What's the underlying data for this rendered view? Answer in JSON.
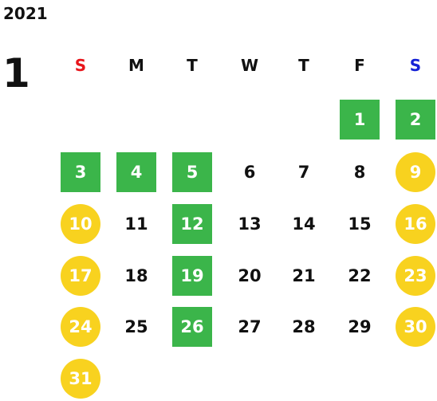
{
  "calendar": {
    "year": "2021",
    "month": "1",
    "weekdays": [
      {
        "label": "S",
        "color": "#e8161c"
      },
      {
        "label": "M",
        "color": "#111111"
      },
      {
        "label": "T",
        "color": "#111111"
      },
      {
        "label": "W",
        "color": "#111111"
      },
      {
        "label": "T",
        "color": "#111111"
      },
      {
        "label": "F",
        "color": "#111111"
      },
      {
        "label": "S",
        "color": "#1522d6"
      }
    ],
    "colors": {
      "green": "#3bb54a",
      "yellow": "#f8d21f"
    },
    "days": [
      {
        "day": "1",
        "style": "green"
      },
      {
        "day": "2",
        "style": "green"
      },
      {
        "day": "3",
        "style": "green"
      },
      {
        "day": "4",
        "style": "green"
      },
      {
        "day": "5",
        "style": "green"
      },
      {
        "day": "6",
        "style": "plain"
      },
      {
        "day": "7",
        "style": "plain"
      },
      {
        "day": "8",
        "style": "plain"
      },
      {
        "day": "9",
        "style": "yellow"
      },
      {
        "day": "10",
        "style": "yellow"
      },
      {
        "day": "11",
        "style": "plain"
      },
      {
        "day": "12",
        "style": "green"
      },
      {
        "day": "13",
        "style": "plain"
      },
      {
        "day": "14",
        "style": "plain"
      },
      {
        "day": "15",
        "style": "plain"
      },
      {
        "day": "16",
        "style": "yellow"
      },
      {
        "day": "17",
        "style": "yellow"
      },
      {
        "day": "18",
        "style": "plain"
      },
      {
        "day": "19",
        "style": "green"
      },
      {
        "day": "20",
        "style": "plain"
      },
      {
        "day": "21",
        "style": "plain"
      },
      {
        "day": "22",
        "style": "plain"
      },
      {
        "day": "23",
        "style": "yellow"
      },
      {
        "day": "24",
        "style": "yellow"
      },
      {
        "day": "25",
        "style": "plain"
      },
      {
        "day": "26",
        "style": "green"
      },
      {
        "day": "27",
        "style": "plain"
      },
      {
        "day": "28",
        "style": "plain"
      },
      {
        "day": "29",
        "style": "plain"
      },
      {
        "day": "30",
        "style": "yellow"
      },
      {
        "day": "31",
        "style": "yellow"
      }
    ]
  }
}
